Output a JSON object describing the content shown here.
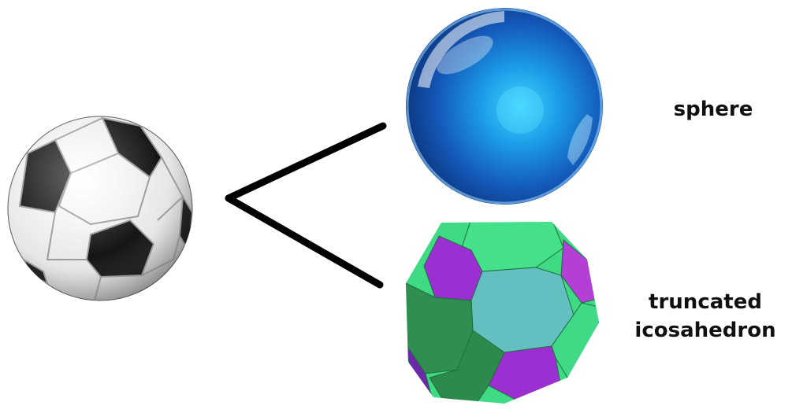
{
  "labels": {
    "sphere": "sphere",
    "polyhedron_line1": "truncated",
    "polyhedron_line2": "icosahedron"
  },
  "colors": {
    "background": "#ffffff",
    "branch_lines": "#000000",
    "ball_black_patch": "#111111",
    "ball_white_patch": "#f2f2f2",
    "sphere_blue": "#1f6fd6",
    "polyhedron_purple": "#9c2fd2",
    "polyhedron_green": "#3fdb84",
    "polyhedron_dark_green": "#2e8b4e",
    "polyhedron_teal": "#62bfbf"
  },
  "icons": {
    "ball": "soccer-ball",
    "sphere": "glossy-blue-sphere",
    "polyhedron": "truncated-icosahedron"
  }
}
